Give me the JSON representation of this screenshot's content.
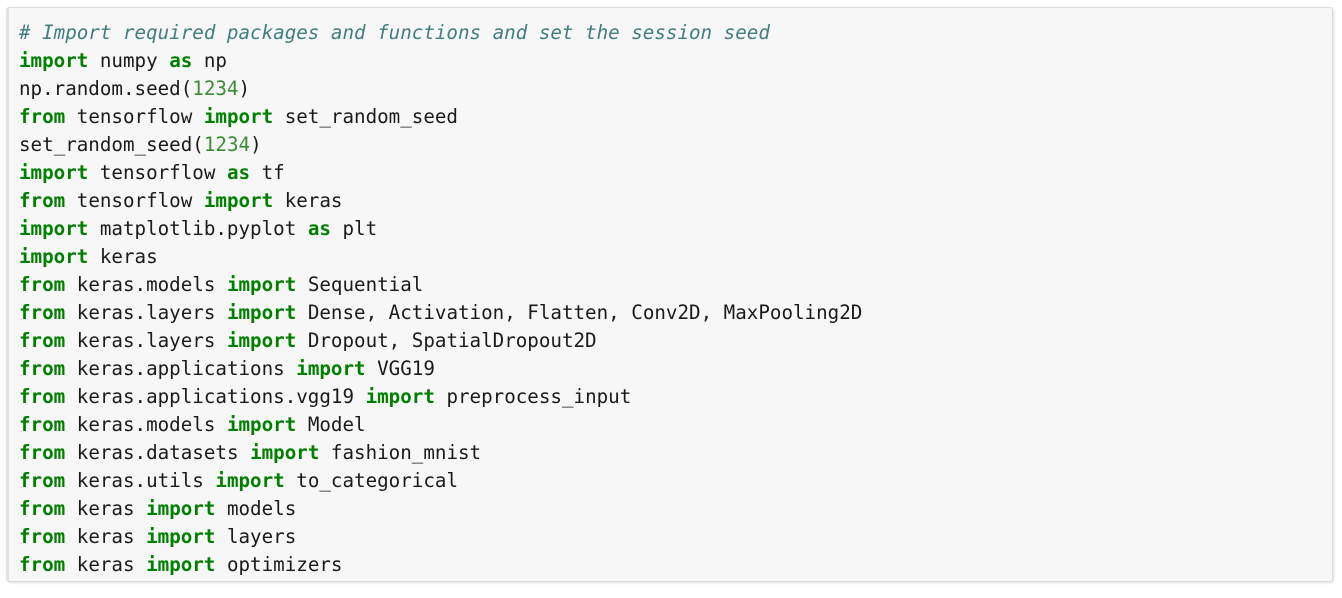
{
  "cell": {
    "language": "python",
    "background_color": "#f7f7f7",
    "border_color": "#dcdcdc",
    "gutter_color": "#e3e3e3",
    "colors": {
      "keyword": "#008000",
      "number": "#3a8c34",
      "comment": "#417e7e",
      "name": "#1a1a1a",
      "page_background": "#ffffff"
    }
  },
  "code": {
    "plain_text": "# Import required packages and functions and set the session seed\nimport numpy as np\nnp.random.seed(1234)\nfrom tensorflow import set_random_seed\nset_random_seed(1234)\nimport tensorflow as tf\nfrom tensorflow import keras\nimport matplotlib.pyplot as plt\nimport keras\nfrom keras.models import Sequential\nfrom keras.layers import Dense, Activation, Flatten, Conv2D, MaxPooling2D\nfrom keras.layers import Dropout, SpatialDropout2D\nfrom keras.applications import VGG19\nfrom keras.applications.vgg19 import preprocess_input\nfrom keras.models import Model\nfrom keras.datasets import fashion_mnist\nfrom keras.utils import to_categorical\nfrom keras import models\nfrom keras import layers\nfrom keras import optimizers",
    "line_count": 20,
    "lines": [
      {
        "n": 1,
        "tokens": [
          {
            "t": "comment",
            "v": "# Import required packages and functions and set the session seed"
          }
        ]
      },
      {
        "n": 2,
        "tokens": [
          {
            "t": "kw",
            "v": "import"
          },
          {
            "t": "name",
            "v": " numpy "
          },
          {
            "t": "kw",
            "v": "as"
          },
          {
            "t": "name",
            "v": " np"
          }
        ]
      },
      {
        "n": 3,
        "tokens": [
          {
            "t": "name",
            "v": "np.random.seed("
          },
          {
            "t": "num",
            "v": "1234"
          },
          {
            "t": "name",
            "v": ")"
          }
        ]
      },
      {
        "n": 4,
        "tokens": [
          {
            "t": "kw",
            "v": "from"
          },
          {
            "t": "name",
            "v": " tensorflow "
          },
          {
            "t": "kw",
            "v": "import"
          },
          {
            "t": "name",
            "v": " set_random_seed"
          }
        ]
      },
      {
        "n": 5,
        "tokens": [
          {
            "t": "name",
            "v": "set_random_seed("
          },
          {
            "t": "num",
            "v": "1234"
          },
          {
            "t": "name",
            "v": ")"
          }
        ]
      },
      {
        "n": 6,
        "tokens": [
          {
            "t": "kw",
            "v": "import"
          },
          {
            "t": "name",
            "v": " tensorflow "
          },
          {
            "t": "kw",
            "v": "as"
          },
          {
            "t": "name",
            "v": " tf"
          }
        ]
      },
      {
        "n": 7,
        "tokens": [
          {
            "t": "kw",
            "v": "from"
          },
          {
            "t": "name",
            "v": " tensorflow "
          },
          {
            "t": "kw",
            "v": "import"
          },
          {
            "t": "name",
            "v": " keras"
          }
        ]
      },
      {
        "n": 8,
        "tokens": [
          {
            "t": "kw",
            "v": "import"
          },
          {
            "t": "name",
            "v": " matplotlib.pyplot "
          },
          {
            "t": "kw",
            "v": "as"
          },
          {
            "t": "name",
            "v": " plt"
          }
        ]
      },
      {
        "n": 9,
        "tokens": [
          {
            "t": "kw",
            "v": "import"
          },
          {
            "t": "name",
            "v": " keras"
          }
        ]
      },
      {
        "n": 10,
        "tokens": [
          {
            "t": "kw",
            "v": "from"
          },
          {
            "t": "name",
            "v": " keras.models "
          },
          {
            "t": "kw",
            "v": "import"
          },
          {
            "t": "name",
            "v": " Sequential"
          }
        ]
      },
      {
        "n": 11,
        "tokens": [
          {
            "t": "kw",
            "v": "from"
          },
          {
            "t": "name",
            "v": " keras.layers "
          },
          {
            "t": "kw",
            "v": "import"
          },
          {
            "t": "name",
            "v": " Dense, Activation, Flatten, Conv2D, MaxPooling2D"
          }
        ]
      },
      {
        "n": 12,
        "tokens": [
          {
            "t": "kw",
            "v": "from"
          },
          {
            "t": "name",
            "v": " keras.layers "
          },
          {
            "t": "kw",
            "v": "import"
          },
          {
            "t": "name",
            "v": " Dropout, SpatialDropout2D"
          }
        ]
      },
      {
        "n": 13,
        "tokens": [
          {
            "t": "kw",
            "v": "from"
          },
          {
            "t": "name",
            "v": " keras.applications "
          },
          {
            "t": "kw",
            "v": "import"
          },
          {
            "t": "name",
            "v": " VGG19"
          }
        ]
      },
      {
        "n": 14,
        "tokens": [
          {
            "t": "kw",
            "v": "from"
          },
          {
            "t": "name",
            "v": " keras.applications.vgg19 "
          },
          {
            "t": "kw",
            "v": "import"
          },
          {
            "t": "name",
            "v": " preprocess_input"
          }
        ]
      },
      {
        "n": 15,
        "tokens": [
          {
            "t": "kw",
            "v": "from"
          },
          {
            "t": "name",
            "v": " keras.models "
          },
          {
            "t": "kw",
            "v": "import"
          },
          {
            "t": "name",
            "v": " Model"
          }
        ]
      },
      {
        "n": 16,
        "tokens": [
          {
            "t": "kw",
            "v": "from"
          },
          {
            "t": "name",
            "v": " keras.datasets "
          },
          {
            "t": "kw",
            "v": "import"
          },
          {
            "t": "name",
            "v": " fashion_mnist"
          }
        ]
      },
      {
        "n": 17,
        "tokens": [
          {
            "t": "kw",
            "v": "from"
          },
          {
            "t": "name",
            "v": " keras.utils "
          },
          {
            "t": "kw",
            "v": "import"
          },
          {
            "t": "name",
            "v": " to_categorical"
          }
        ]
      },
      {
        "n": 18,
        "tokens": [
          {
            "t": "kw",
            "v": "from"
          },
          {
            "t": "name",
            "v": " keras "
          },
          {
            "t": "kw",
            "v": "import"
          },
          {
            "t": "name",
            "v": " models"
          }
        ]
      },
      {
        "n": 19,
        "tokens": [
          {
            "t": "kw",
            "v": "from"
          },
          {
            "t": "name",
            "v": " keras "
          },
          {
            "t": "kw",
            "v": "import"
          },
          {
            "t": "name",
            "v": " layers"
          }
        ]
      },
      {
        "n": 20,
        "tokens": [
          {
            "t": "kw",
            "v": "from"
          },
          {
            "t": "name",
            "v": " keras "
          },
          {
            "t": "kw",
            "v": "import"
          },
          {
            "t": "name",
            "v": " optimizers"
          }
        ]
      }
    ]
  }
}
